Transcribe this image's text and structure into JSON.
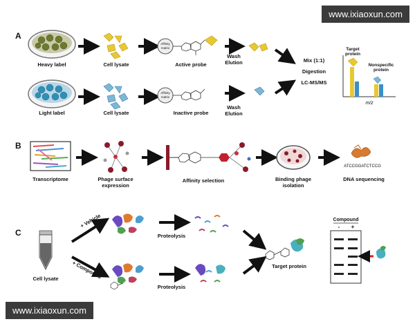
{
  "watermarks": {
    "top": "www.ixiaoxun.com",
    "bottom": "www.ixiaoxun.com"
  },
  "panels": {
    "a": {
      "letter": "A",
      "heavy_label": "Heavy label",
      "light_label": "Light label",
      "cell_lysate_top": "Cell lysate",
      "cell_lysate_bottom": "Cell lysate",
      "active_probe": "Active probe",
      "inactive_probe": "Inactive probe",
      "affinity_matrix_top": "Affinity\nmatrix",
      "affinity_matrix_bottom": "Affinity\nmatrix",
      "wash_elution_top": "Wash\nElution",
      "wash_elution_bottom": "Wash\nElution",
      "mix": "Mix (1:1)",
      "digestion": "Digestion",
      "lcms": "LC-MS/MS",
      "target_protein": "Target\nprotein",
      "nonspecific_protein": "Nonspecific\nprotein",
      "mz": "m/z"
    },
    "b": {
      "letter": "B",
      "transcriptome": "Transcriptome",
      "phage_surface": "Phage surface\nexpression",
      "affinity_selection": "Affinity selection",
      "binding_phage": "Binding phage\nisolation",
      "dna_sequencing": "DNA sequencing",
      "sequence": "ATCCGGATCTCCG"
    },
    "c": {
      "letter": "C",
      "cell_lysate": "Cell lysate",
      "vehicle": "+ Vehicle",
      "compound_arrow": "+ Compound",
      "proteolysis_top": "Proteolysis",
      "proteolysis_bottom": "Proteolysis",
      "target_protein": "Target protein",
      "compound_header": "Compound",
      "minus": "-",
      "plus": "+"
    }
  },
  "colors": {
    "arrow": "#111111",
    "heavy_cells": "#6b7a2e",
    "light_cells": "#2f8fb5",
    "target_bar_yellow": "#e8c830",
    "target_bar_blue": "#3a8fc8",
    "sequence_red": "#e02020",
    "band_marker": "#d42020",
    "watermark_bg": "#3b3b3b"
  }
}
